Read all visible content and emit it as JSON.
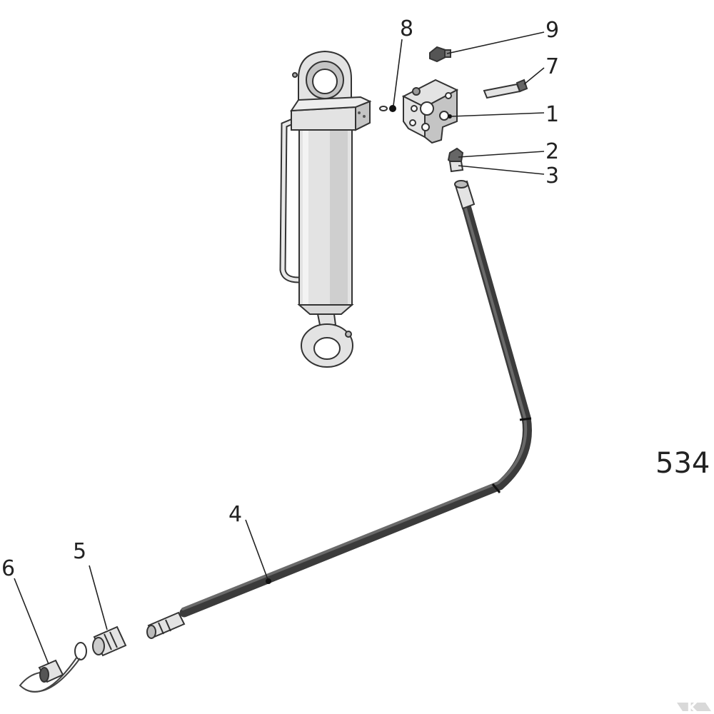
{
  "diagram": {
    "reference_number": "534",
    "callouts": [
      {
        "id": "8",
        "label": "8"
      },
      {
        "id": "9",
        "label": "9"
      },
      {
        "id": "7",
        "label": "7"
      },
      {
        "id": "1",
        "label": "1"
      },
      {
        "id": "2",
        "label": "2"
      },
      {
        "id": "3",
        "label": "3"
      },
      {
        "id": "4",
        "label": "4"
      },
      {
        "id": "5",
        "label": "5"
      },
      {
        "id": "6",
        "label": "6"
      }
    ],
    "watermark_logo": "K",
    "colors": {
      "line": "#222222",
      "part_fill": "#e3e3e3",
      "part_shade": "#c4c4c4",
      "hose": "#3b3b3b",
      "logo": "#d9d9d9"
    }
  }
}
